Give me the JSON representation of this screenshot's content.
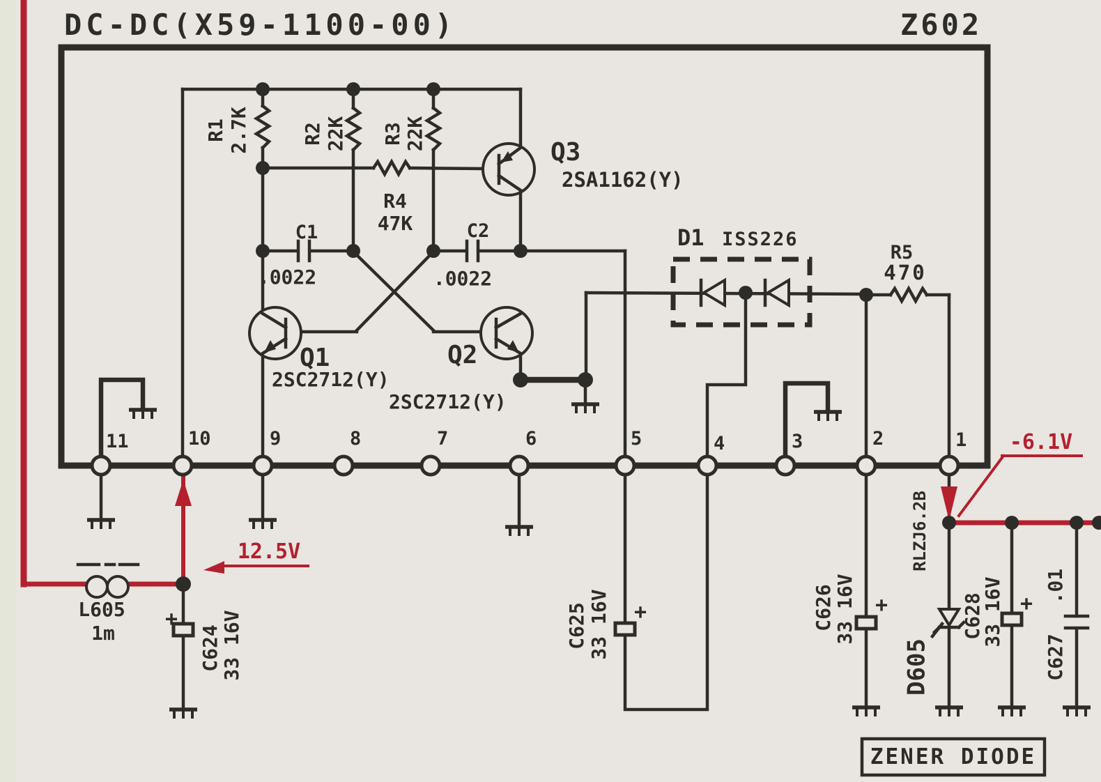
{
  "title": "DC-DC(X59-1100-00)",
  "module": "Z602",
  "pins": [
    "11",
    "10",
    "9",
    "8",
    "7",
    "6",
    "5",
    "4",
    "3",
    "2",
    "1"
  ],
  "voltages": {
    "input": "12.5V",
    "output": "-6.1V"
  },
  "note": "ZENER DIODE",
  "polarity": "+",
  "colors": {
    "ink": "#2e2c29",
    "red": "#b4202e",
    "paper": "#e9e6e1"
  },
  "components": {
    "r1": {
      "label": "R1",
      "value": "2.7K"
    },
    "r2": {
      "label": "R2",
      "value": "22K"
    },
    "r3": {
      "label": "R3",
      "value": "22K"
    },
    "r4": {
      "label": "R4",
      "value": "47K"
    },
    "r5": {
      "label": "R5",
      "value": "470"
    },
    "c1": {
      "label": "C1",
      "value": ".0022"
    },
    "c2": {
      "label": "C2",
      "value": ".0022"
    },
    "q1": {
      "label": "Q1",
      "part": "2SC2712(Y)"
    },
    "q2": {
      "label": "Q2",
      "part": "2SC2712(Y)"
    },
    "q3": {
      "label": "Q3",
      "part": "2SA1162(Y)"
    },
    "d1": {
      "label": "D1",
      "part": "ISS226"
    },
    "l605": {
      "label": "L605",
      "value": "1m"
    },
    "c624": {
      "label": "C624",
      "value": "33 16V"
    },
    "c625": {
      "label": "C625",
      "value": "33 16V"
    },
    "c626": {
      "label": "C626",
      "value": "33 16V"
    },
    "c627": {
      "label": "C627",
      "value": ".01"
    },
    "c628": {
      "label": "C628",
      "value": "33 16V"
    },
    "d605": {
      "label": "D605",
      "part": "RLZJ6.2B"
    }
  }
}
